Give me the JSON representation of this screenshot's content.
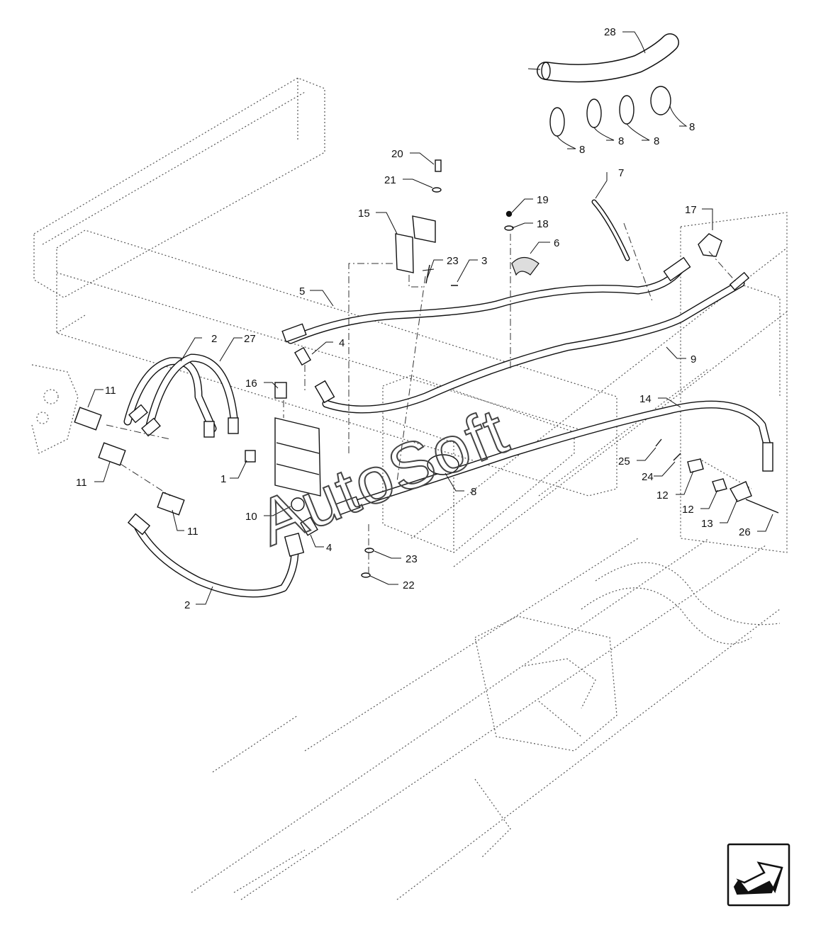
{
  "watermark": "AutoSoft",
  "callouts": {
    "c28": "28",
    "c8a": "8",
    "c8b": "8",
    "c8c": "8",
    "c8d": "8",
    "c20": "20",
    "c21": "21",
    "c19": "19",
    "c7": "7",
    "c17": "17",
    "c15": "15",
    "c18": "18",
    "c6": "6",
    "c23a": "23",
    "c3": "3",
    "c5": "5",
    "c2a": "2",
    "c27": "27",
    "c4a": "4",
    "c9": "9",
    "c11a": "11",
    "c16": "16",
    "c14": "14",
    "c1": "1",
    "c25": "25",
    "c24": "24",
    "c11b": "11",
    "c8e": "8",
    "c12a": "12",
    "c12b": "12",
    "c13": "13",
    "c26": "26",
    "c10": "10",
    "c11c": "11",
    "c4b": "4",
    "c23b": "23",
    "c22": "22",
    "c2b": "2"
  },
  "nav": {
    "icon": "arrow-down-left-icon"
  }
}
